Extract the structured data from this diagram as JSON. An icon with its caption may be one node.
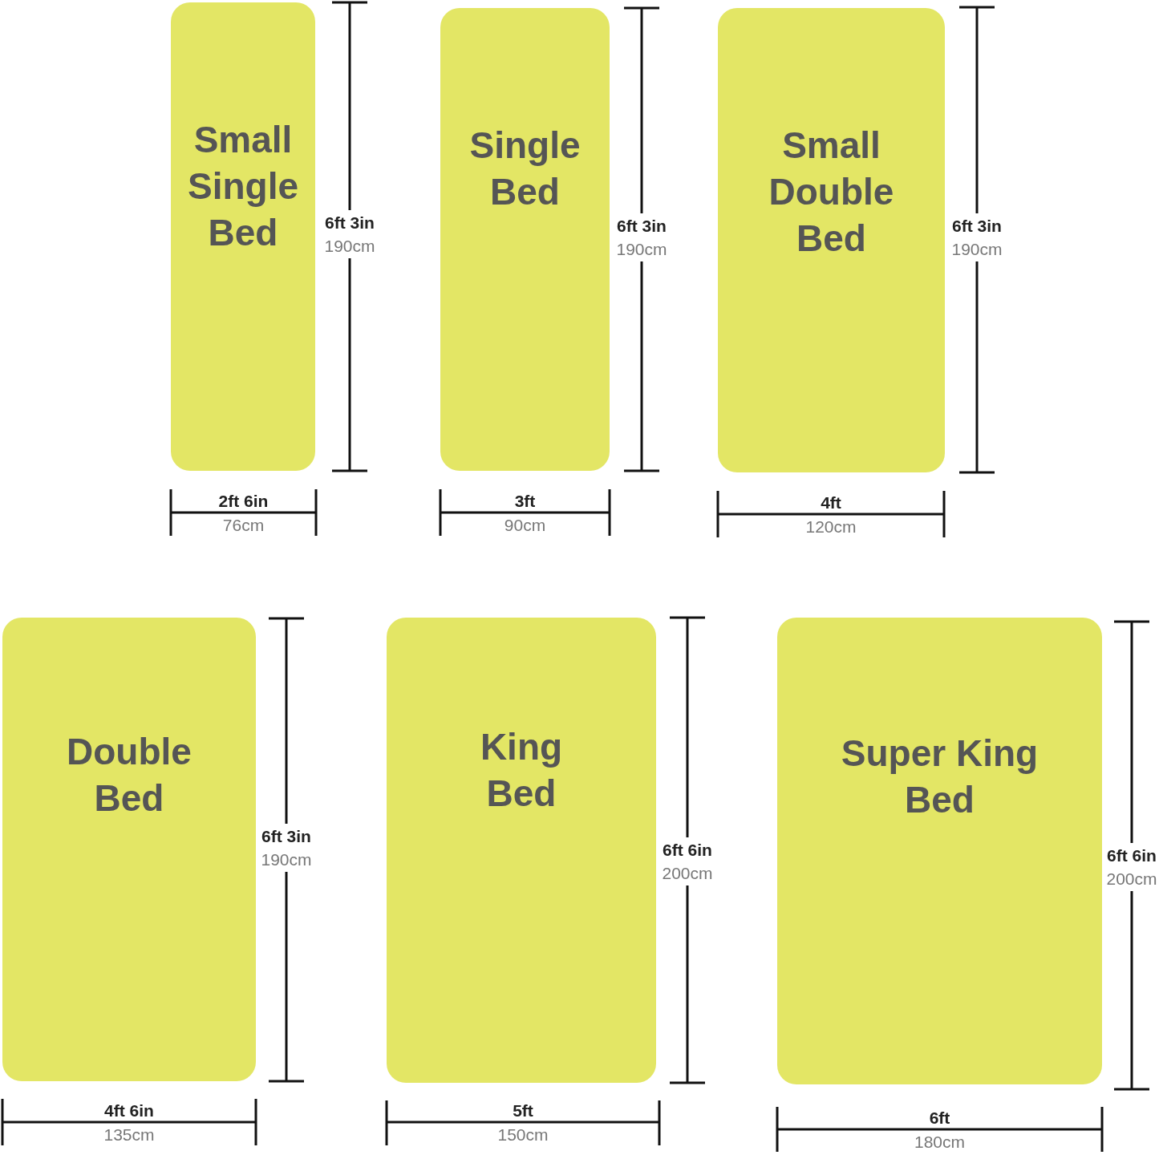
{
  "diagram": {
    "nodes": [
      {
        "text": [
          "Small Single Bed"
        ]
      },
      {
        "text": [
          "Single Bed"
        ]
      },
      {
        "text": [
          "Small Double Bed"
        ]
      },
      {
        "text": [
          "Double Bed"
        ]
      },
      {
        "text": [
          "King Bed"
        ]
      },
      {
        "text": [
          "Super King Bed"
        ]
      }
    ],
    "labels": [
      "6ft 3in",
      "190cm",
      "6ft 3in",
      "190cm",
      "6ft 3in",
      "190cm",
      "2ft 6in",
      "76cm",
      "3ft",
      "90cm",
      "4ft",
      "120cm",
      "6ft 3in",
      "190cm",
      "6ft 6in",
      "200cm",
      "6ft 6in",
      "200cm",
      "4ft 6in",
      "135cm",
      "5ft",
      "150cm",
      "6ft",
      "180cm"
    ]
  }
}
